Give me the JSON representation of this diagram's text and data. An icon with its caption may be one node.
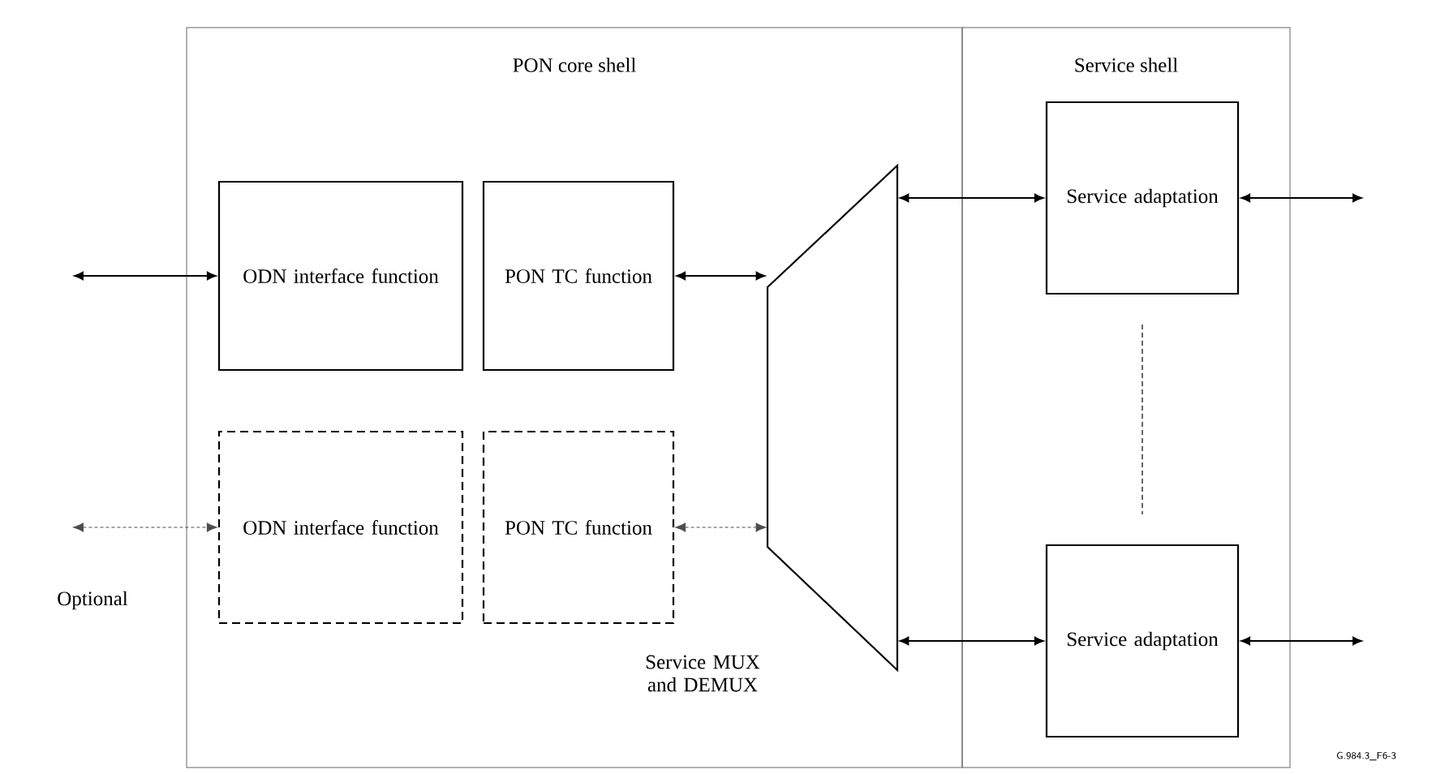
{
  "diagram": {
    "nodes": [
      {
        "text": [
          "PON core shell"
        ]
      },
      {
        "text": [
          "Service shell"
        ]
      },
      {
        "text": [
          "ODN interface function"
        ],
        "in": 0
      },
      {
        "text": [
          "PON TC function"
        ],
        "in": 0
      },
      {
        "text": [
          "ODN interface function"
        ],
        "in": 0
      },
      {
        "text": [
          "PON TC function"
        ],
        "in": 0
      },
      {
        "text": [],
        "shape": "trapezoid",
        "beside": [
          "Service MUX and DEMUX"
        ],
        "in": 0
      },
      {
        "text": [
          "Service adaptation"
        ],
        "in": 1
      },
      {
        "text": [
          "Service adaptation"
        ],
        "in": 1
      }
    ],
    "edges": [
      {
        "from": null,
        "to": 2,
        "arrow": "both"
      },
      {
        "from": 3,
        "to": 6,
        "arrow": "both"
      },
      {
        "from": null,
        "to": 4,
        "arrow": "both",
        "style": "dashed"
      },
      {
        "from": 5,
        "to": 6,
        "arrow": "both",
        "style": "dashed"
      },
      {
        "from": 6,
        "to": 7,
        "arrow": "both"
      },
      {
        "from": 6,
        "to": 8,
        "arrow": "both"
      },
      {
        "from": 7,
        "to": null,
        "arrow": "both"
      },
      {
        "from": 8,
        "to": null,
        "arrow": "both"
      }
    ],
    "labels": [
      "Optional",
      "G.984.3_F6-3"
    ]
  }
}
